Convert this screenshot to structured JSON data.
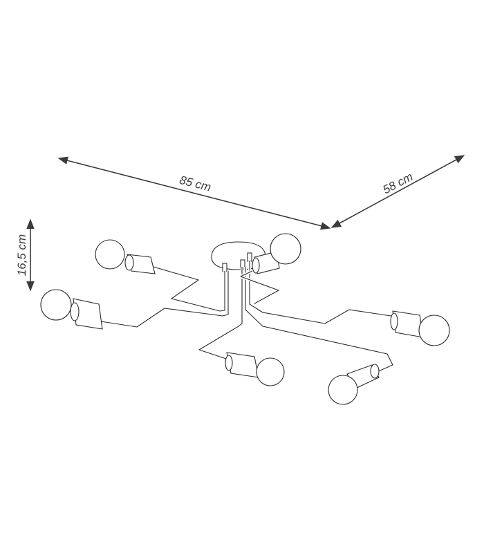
{
  "dimensions": {
    "width_label": "85 cm",
    "depth_label": "58 cm",
    "height_label": "16,5 cm"
  },
  "colors": {
    "line": "#2b2b2b",
    "dimension": "#3a3a3a",
    "background": "#ffffff"
  }
}
